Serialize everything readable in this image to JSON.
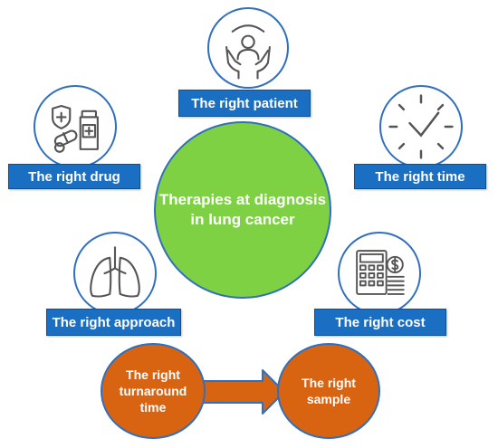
{
  "center": {
    "line1": "Therapies at diagnosis",
    "line2": "in lung cancer"
  },
  "labels": {
    "patient": "The right patient",
    "drug": "The right drug",
    "time": "The right time",
    "approach": "The right approach",
    "cost": "The right cost"
  },
  "flow": {
    "left": {
      "line1": "The right",
      "line2": "turnaround",
      "line3": "time"
    },
    "right": {
      "line1": "The right",
      "line2": "sample"
    }
  },
  "icons": {
    "patient": "hands-holding-person-icon",
    "drug": "medicine-bottle-pills-icon",
    "time": "clock-icon",
    "approach": "lungs-icon",
    "cost": "calculator-coins-icon"
  },
  "colors": {
    "label_blue": "#1b6fc2",
    "center_green": "#7ed143",
    "flow_orange": "#d86412",
    "outline_blue": "#2f6fbe"
  }
}
